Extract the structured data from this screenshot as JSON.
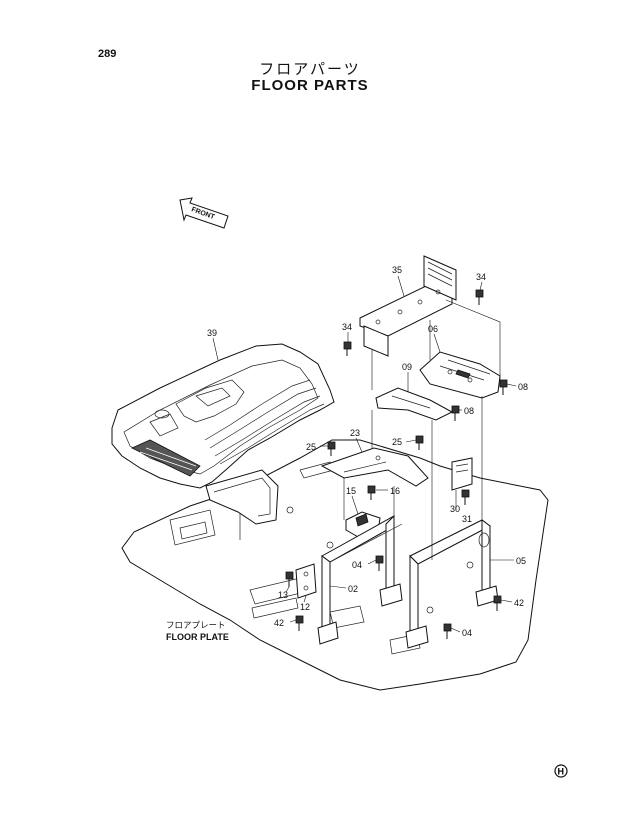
{
  "page_number": "289",
  "title_jp": "フロアパーツ",
  "title_en": "FLOOR PARTS",
  "front_label": "FRONT",
  "floor_plate_label_jp": "フロアプレート",
  "floor_plate_label_en": "FLOOR PLATE",
  "callouts": [
    "39",
    "35",
    "34",
    "34",
    "06",
    "09",
    "08",
    "08",
    "23",
    "25",
    "25",
    "15",
    "16",
    "30",
    "31",
    "05",
    "02",
    "04",
    "13",
    "12",
    "42",
    "42",
    "04"
  ],
  "logo_text": "H"
}
